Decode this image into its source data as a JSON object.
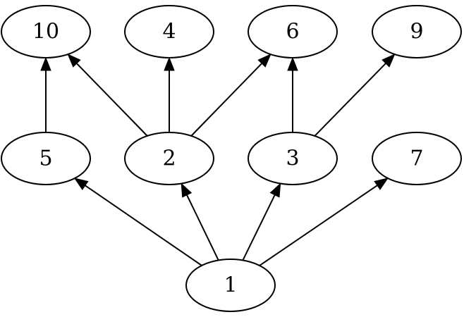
{
  "graph": {
    "nodes": [
      {
        "id": "10",
        "label": "10"
      },
      {
        "id": "4",
        "label": "4"
      },
      {
        "id": "6",
        "label": "6"
      },
      {
        "id": "9",
        "label": "9"
      },
      {
        "id": "5",
        "label": "5"
      },
      {
        "id": "2",
        "label": "2"
      },
      {
        "id": "3",
        "label": "3"
      },
      {
        "id": "7",
        "label": "7"
      },
      {
        "id": "1",
        "label": "1"
      }
    ],
    "edges": [
      {
        "from": "1",
        "to": "5"
      },
      {
        "from": "1",
        "to": "2"
      },
      {
        "from": "1",
        "to": "3"
      },
      {
        "from": "1",
        "to": "7"
      },
      {
        "from": "5",
        "to": "10"
      },
      {
        "from": "2",
        "to": "10"
      },
      {
        "from": "2",
        "to": "4"
      },
      {
        "from": "2",
        "to": "6"
      },
      {
        "from": "3",
        "to": "6"
      },
      {
        "from": "3",
        "to": "9"
      }
    ]
  }
}
